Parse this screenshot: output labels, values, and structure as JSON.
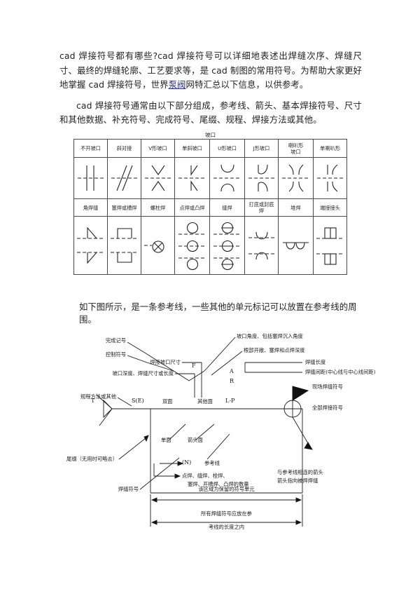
{
  "document": {
    "paragraphs": [
      "cad 焊接符号都有哪些?cad 焊接符号可以详细地表述出焊缝次序、焊缝尺寸、最终的焊缝轮廓、工艺要求等，是 cad 制图的常用符号。为帮助大家更好地掌握 cad 焊接符号，世界泵阀网特汇总以下信息，以供参考。",
      "cad 焊接符号通常由以下部分组成，参考线、箭头、基本焊接符号、尺寸和其他数据、补充符号、完成符号、尾缀、规程、焊接方法或其他。"
    ],
    "para1_pre": "cad 焊接符号都有哪些?cad 焊接符号可以详细地表述出焊缝次序、焊缝尺寸、最终的焊缝轮廓、工艺要求等，是 cad 制图的常用符号。为帮助大家更好地掌握 cad 焊接符号，世界",
    "para1_link": "泵阀",
    "para1_post": "网特汇总以下信息，以供参考。",
    "para2": "cad 焊接符号通常由以下部分组成，参考线、箭头、基本焊接符号、尺寸和其他数据、补充符号、完成符号、尾缀、规程、焊接方法或其他。",
    "caption_below_table": "如下图所示，是一条参考线，一些其他的单元标记可以放置在参考线的周围。"
  },
  "table": {
    "title": "坡口",
    "row1_headers": [
      "不开坡口",
      "斜对接",
      "V形坡口",
      "单斜坡口",
      "U形坡口",
      "J形坡口",
      "喇叭形\n坡口",
      "单喇叭形"
    ],
    "row2_headers": [
      "角焊缝",
      "塞焊或槽焊",
      "螺柱焊",
      "点焊或凸焊",
      "缝焊",
      "打底或封底\n焊",
      "堆焊",
      "端接接头"
    ]
  },
  "diagram": {
    "labels": {
      "finish_symbol": "完成记号",
      "control_symbol": "控制符号",
      "groove_angle": "坡口角度、包括塞焊沉入角度",
      "root_opening": "根部开敞、塞焊和点焊深度",
      "weld_groove_size": "焊接坡口尺寸",
      "groove_depth": "坡口深度、焊缝尺寸或长度",
      "weld_length": "焊缝长度",
      "weld_pitch": "焊缝间距(中心线与中心线间距)",
      "spec_process": "规程方法或其他",
      "field_weld_symbol": "现场焊缝符号",
      "all_around_symbol": "全部焊接符号",
      "tail": "尾缀（无用时可略去）",
      "weld_symbol": "焊缝符号",
      "single_side": "单面",
      "arrow_side": "箭头面",
      "reference_line": "参考线",
      "n_mark": "(N)",
      "count_line1": "点焊、缝焊、栓焊、",
      "count_line2": "塞焊、开槽焊、凸焊的数量",
      "arrow_note_line1": "与参考线相连的箭头",
      "arrow_note_line2": "箭头指向被焊焊缝",
      "reserved_area": "该区域为保留的符号单元",
      "bottom_note_line1": "所有焊缝符号应放在参",
      "bottom_note_line2": "考线的长度之内",
      "letter_F": "F",
      "letter_A": "A",
      "letter_R": "R",
      "letter_T": "T",
      "letter_SE": "S(E)",
      "double_side": "双面",
      "other_side": "其他面",
      "letter_LP": "L-P"
    }
  },
  "colors": {
    "text": "#232323",
    "link": "#2a2aa8",
    "rule": "#4a4a4a",
    "background": "#ffffff"
  }
}
